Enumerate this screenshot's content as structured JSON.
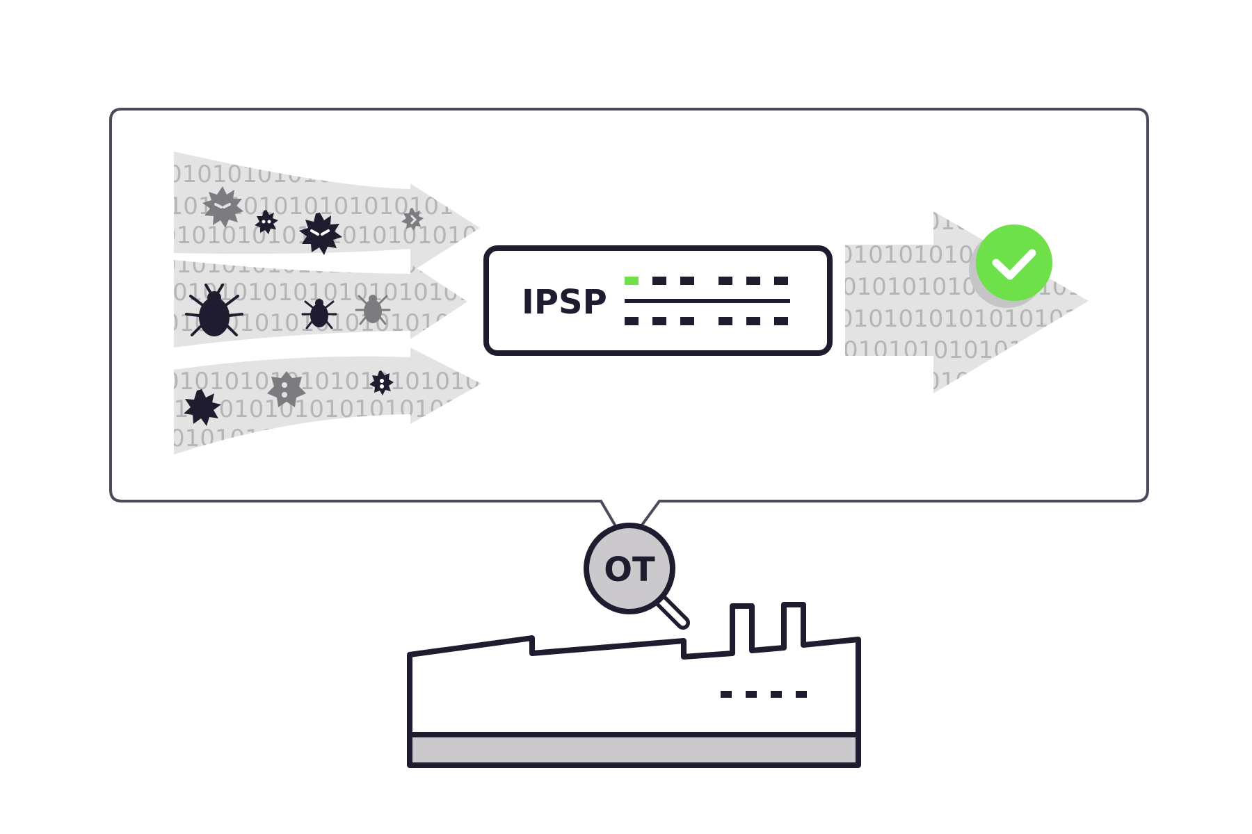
{
  "device": {
    "label": "IPSP"
  },
  "magnifier": {
    "label": "OT"
  },
  "binary_text": "0101010101010101010101010101010101",
  "colors": {
    "outline": "#1e1c2e",
    "panel_border": "#4c4a5a",
    "stream": "#e3e3e3",
    "binary": "#b5b5b7",
    "threat_dark": "#1e1c2e",
    "threat_gray": "#7c7c80",
    "led_active": "#6de04a",
    "check_green": "#6de04a",
    "factory_band": "#cbc9cc"
  },
  "icons": [
    "virus-icon",
    "bug-icon",
    "check-icon",
    "magnifier-icon",
    "factory-icon",
    "switch-icon"
  ]
}
